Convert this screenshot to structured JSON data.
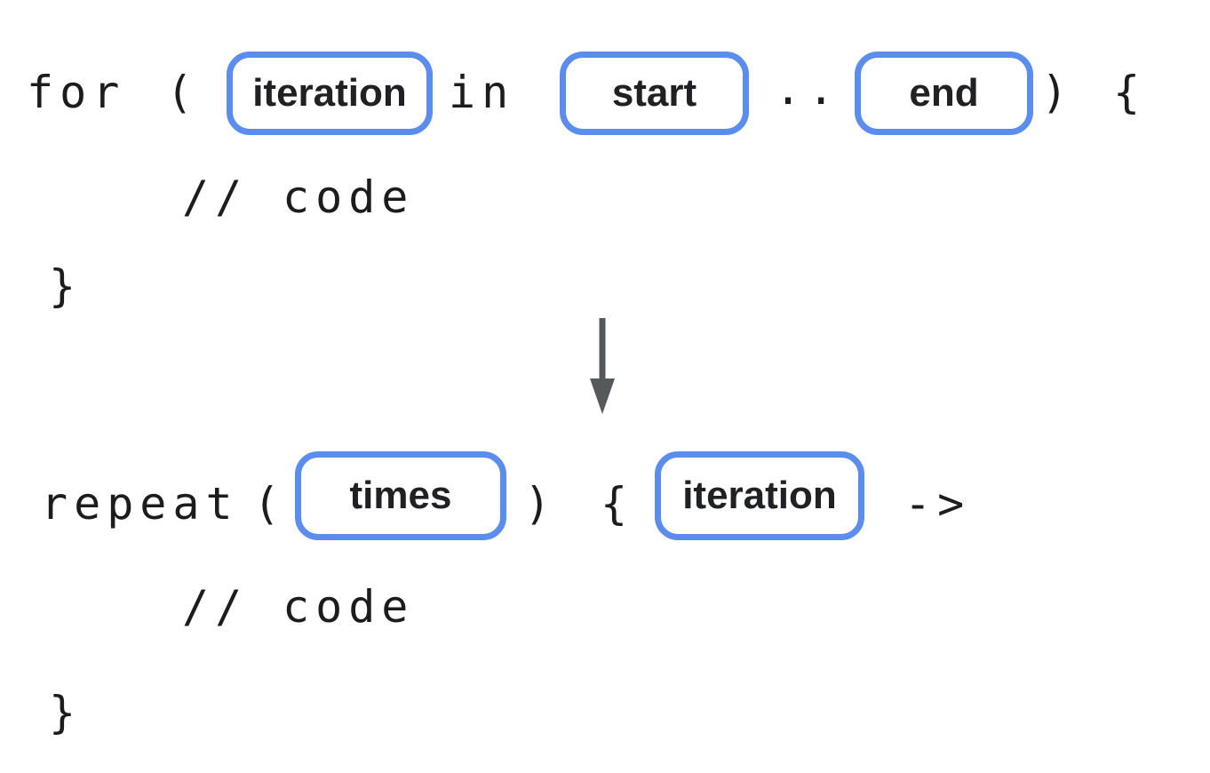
{
  "diagram": {
    "title_semantic": "for-loop to repeat conversion diagram",
    "colors": {
      "pill_border": "#5B8DEE",
      "arrow": "#56595C",
      "code_text": "#1c1c1c",
      "pill_label": "#202124",
      "background": "#ffffff"
    },
    "for_line": {
      "kw": "for",
      "lparen": "(",
      "in_kw": "in",
      "range_dots": "..",
      "rparen": ")",
      "lbrace": "{"
    },
    "for_pills": {
      "iteration": "iteration",
      "start": "start",
      "end": "end"
    },
    "for_body": {
      "comment_slashes": "//",
      "comment_word": "code",
      "closing_brace": "}"
    },
    "arrow": {
      "direction": "down"
    },
    "repeat_line": {
      "kw": "repeat",
      "lparen": "(",
      "rparen": ")",
      "lbrace": "{",
      "arrow_op": "->"
    },
    "repeat_pills": {
      "times": "times",
      "iteration": "iteration"
    },
    "repeat_body": {
      "comment_slashes": "//",
      "comment_word": "code",
      "closing_brace": "}"
    }
  }
}
